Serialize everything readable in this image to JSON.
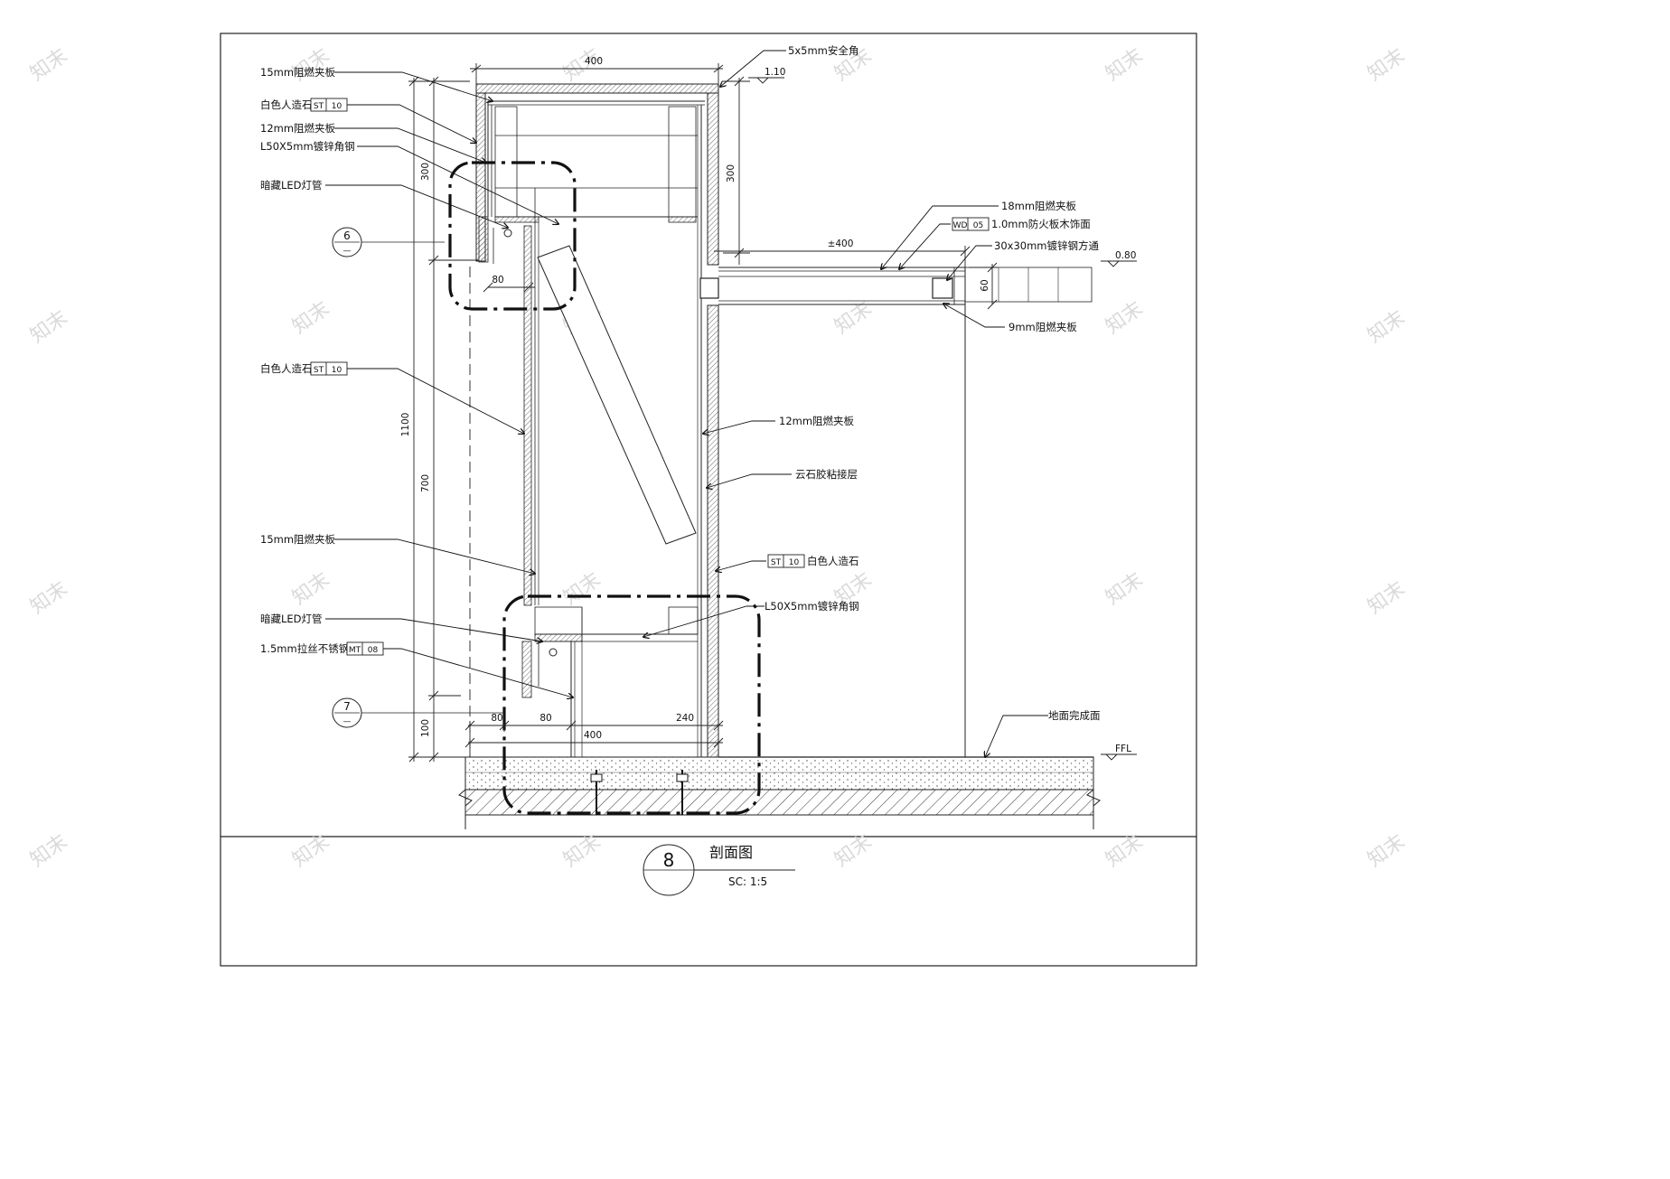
{
  "drawing": {
    "number": "8",
    "title": "剖面图",
    "scale_text": "SC:   1:5"
  },
  "dimensions": {
    "top_width": "400",
    "top_height_left": "300",
    "top_height_right": "300",
    "total_height": "1100",
    "middle_height": "700",
    "base_height": "100",
    "ledge_width": "80",
    "counter_width": "±400",
    "counter_thickness": "60",
    "bottom_80_a": "80",
    "bottom_80_b": "80",
    "bottom_240": "240",
    "bottom_400": "400"
  },
  "levels": {
    "top": "1.10",
    "counter": "0.80",
    "floor": "FFL"
  },
  "detail_refs": {
    "upper": {
      "number": "6",
      "sheet": "—"
    },
    "lower": {
      "number": "7",
      "sheet": "—"
    }
  },
  "callouts": {
    "left": {
      "c1": "15mm阻燃夹板",
      "c2_text": "白色人造石",
      "c2_tag_code": "ST",
      "c2_tag_no": "10",
      "c3": "12mm阻燃夹板",
      "c4": "L50X5mm镀锌角钢",
      "c5": "暗藏LED灯管",
      "c6_text": "白色人造石",
      "c6_tag_code": "ST",
      "c6_tag_no": "10",
      "c7": "15mm阻燃夹板",
      "c8": "暗藏LED灯管",
      "c9_text": "1.5mm拉丝不锈钢",
      "c9_tag_code": "MT",
      "c9_tag_no": "08"
    },
    "right": {
      "r1": "5x5mm安全角",
      "r2": "18mm阻燃夹板",
      "r3_tag_code": "WD",
      "r3_tag_no": "05",
      "r3_text": "1.0mm防火板木饰面",
      "r4": "30x30mm镀锌钢方通",
      "r5": "9mm阻燃夹板",
      "r6": "12mm阻燃夹板",
      "r7": "云石胶粘接层",
      "r8_tag_code": "ST",
      "r8_tag_no": "10",
      "r8_text": "白色人造石",
      "r9": "L50X5mm镀锌角钢",
      "r10": "地面完成面"
    }
  },
  "watermark": "知末"
}
